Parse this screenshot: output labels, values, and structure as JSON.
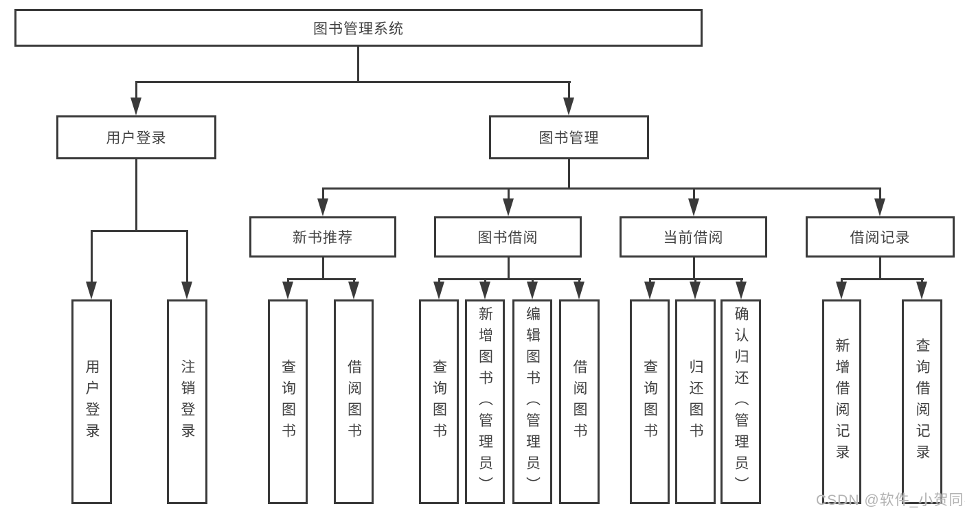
{
  "title": "图书管理系统",
  "branches": [
    {
      "label": "用户登录",
      "children": [
        {
          "label": "用户登录"
        },
        {
          "label": "注销登录"
        }
      ]
    },
    {
      "label": "图书管理",
      "children": [
        {
          "label": "新书推荐",
          "children": [
            {
              "label": "查询图书"
            },
            {
              "label": "借阅图书"
            }
          ]
        },
        {
          "label": "图书借阅",
          "children": [
            {
              "label": "查询图书"
            },
            {
              "label": "新增图书（管理员）"
            },
            {
              "label": "编辑图书（管理员）"
            },
            {
              "label": "借阅图书"
            }
          ]
        },
        {
          "label": "当前借阅",
          "children": [
            {
              "label": "查询图书"
            },
            {
              "label": "归还图书"
            },
            {
              "label": "确认归还（管理员）"
            }
          ]
        },
        {
          "label": "借阅记录",
          "children": [
            {
              "label": "新增借阅记录"
            },
            {
              "label": "查询借阅记录"
            }
          ]
        }
      ]
    }
  ],
  "watermark": "CSDN @软件_小贺同学",
  "colors": {
    "line": "#3a3a3a",
    "text": "#404040",
    "watermark": "#b3b3b3",
    "background": "#ffffff"
  }
}
